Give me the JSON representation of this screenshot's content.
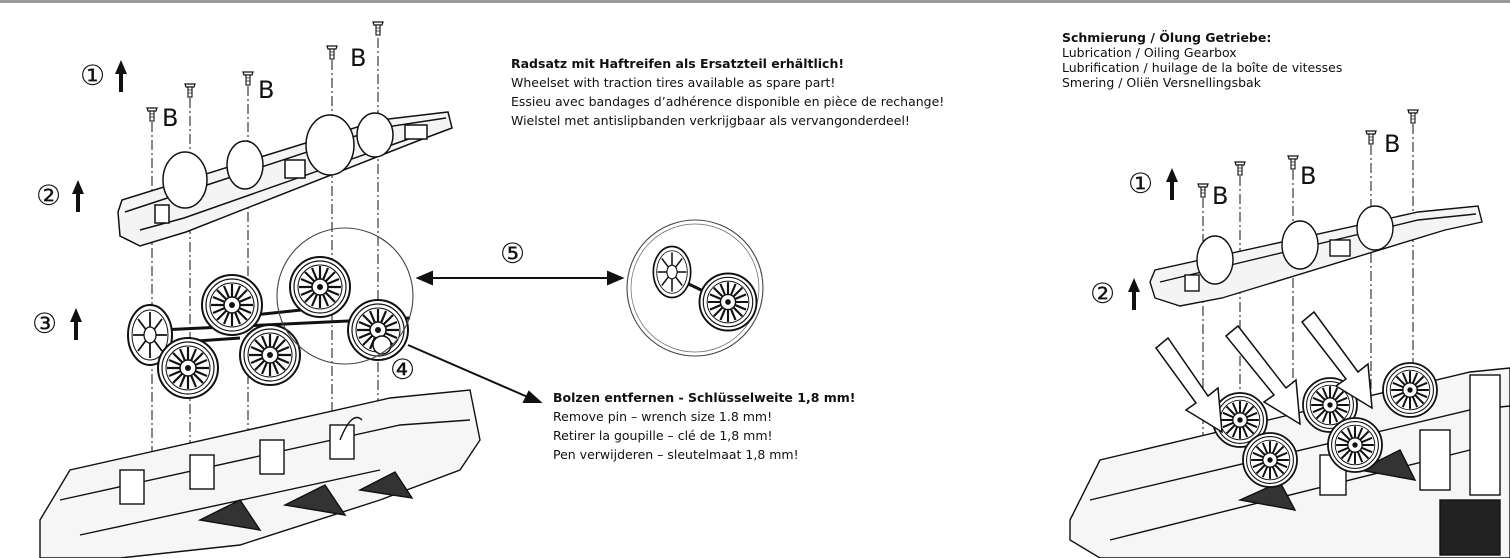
{
  "left_panel": {
    "wheelset_note": {
      "title": "Radsatz mit Haftreifen als Ersatzteil erhältlich!",
      "lines": [
        "Wheelset with traction tires available as spare part!",
        "Essieu avec bandages d’adhérence disponible en pièce de rechange!",
        "Wielstel met antislipbanden verkrijgbaar als vervangonderdeel!"
      ]
    },
    "pin_note": {
      "title": "Bolzen entfernen - Schlüsselweite 1,8 mm!",
      "lines": [
        "Remove pin – wrench size 1.8 mm!",
        "Retirer la goupille – clé de 1,8 mm!",
        "Pen verwijderen – sleutelmaat 1,8 mm!"
      ]
    },
    "step_labels": [
      "①",
      "②",
      "③",
      "④",
      "⑤"
    ],
    "screw_label": "B"
  },
  "right_panel": {
    "lubrication_note": {
      "title": "Schmierung / Ölung Getriebe:",
      "lines": [
        "Lubrication / Oiling Gearbox",
        "Lubrification / huilage de la boîte de vitesses",
        "Smering / Oliën Versnellingsbak"
      ]
    },
    "step_labels": [
      "①",
      "②"
    ],
    "screw_label": "B"
  },
  "colors": {
    "line": "#1a1a1a",
    "frame": "#9a9a9a",
    "part_fill": "#f4f4f4"
  }
}
